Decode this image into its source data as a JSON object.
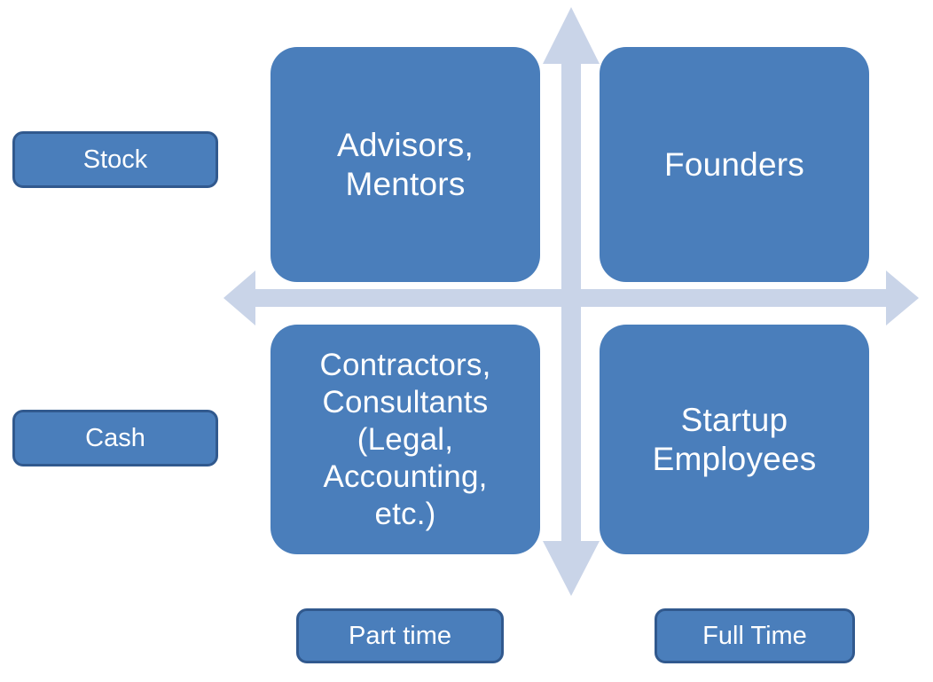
{
  "diagram": {
    "type": "2x2-quadrant-matrix",
    "title": "",
    "axes": {
      "vertical": {
        "name": "compensation-axis",
        "top_label": "Stock",
        "bottom_label": "Cash",
        "arrow_style": "double-headed",
        "color": "#C9D4E8"
      },
      "horizontal": {
        "name": "commitment-axis",
        "left_label": "Part time",
        "right_label": "Full Time",
        "arrow_style": "double-headed",
        "color": "#C9D4E8"
      }
    },
    "axis_labels": {
      "stock": "Stock",
      "cash": "Cash",
      "part_time": "Part time",
      "full_time": "Full Time"
    },
    "quadrants": [
      {
        "id": "top-left",
        "label": "Advisors,\nMentors",
        "vertical_axis_value": "Stock",
        "horizontal_axis_value": "Part time"
      },
      {
        "id": "top-right",
        "label": "Founders",
        "vertical_axis_value": "Stock",
        "horizontal_axis_value": "Full Time"
      },
      {
        "id": "bottom-left",
        "label": "Contractors,\nConsultants\n(Legal,\nAccounting,\netc.)",
        "vertical_axis_value": "Cash",
        "horizontal_axis_value": "Part time"
      },
      {
        "id": "bottom-right",
        "label": "Startup\nEmployees",
        "vertical_axis_value": "Cash",
        "horizontal_axis_value": "Full Time"
      }
    ],
    "colors": {
      "box_fill": "#4A7EBB",
      "box_border": "#31598E",
      "box_text": "#FFFFFF",
      "arrow": "#C9D4E8",
      "background": "#FFFFFF"
    }
  }
}
